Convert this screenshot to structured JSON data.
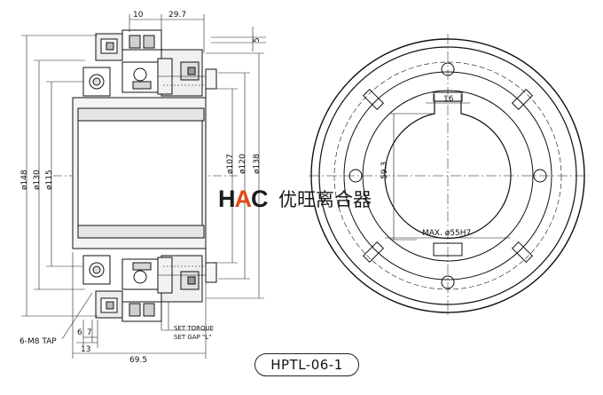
{
  "drawing": {
    "model": "HPTL-06-1",
    "logo": {
      "text_a": "H",
      "text_b": "A",
      "text_c": "C",
      "company": "优旺离合器"
    },
    "dims": {
      "top_10": "10",
      "top_29_7": "29.7",
      "right_5": "5",
      "d148": "ø148",
      "d130": "ø130",
      "d115": "ø115",
      "d107": "ø107",
      "d120": "ø120",
      "d138": "ø138",
      "tap": "6-M8 TAP",
      "b6": "6",
      "b7": "7",
      "b13": "13",
      "b69_5": "69.5",
      "set_torque": "SET TORQUE",
      "set_gap": "SET GAP \"L\"",
      "key16": "16",
      "dim59_3": "59.3",
      "bore": "MAX. ø55H7"
    }
  }
}
